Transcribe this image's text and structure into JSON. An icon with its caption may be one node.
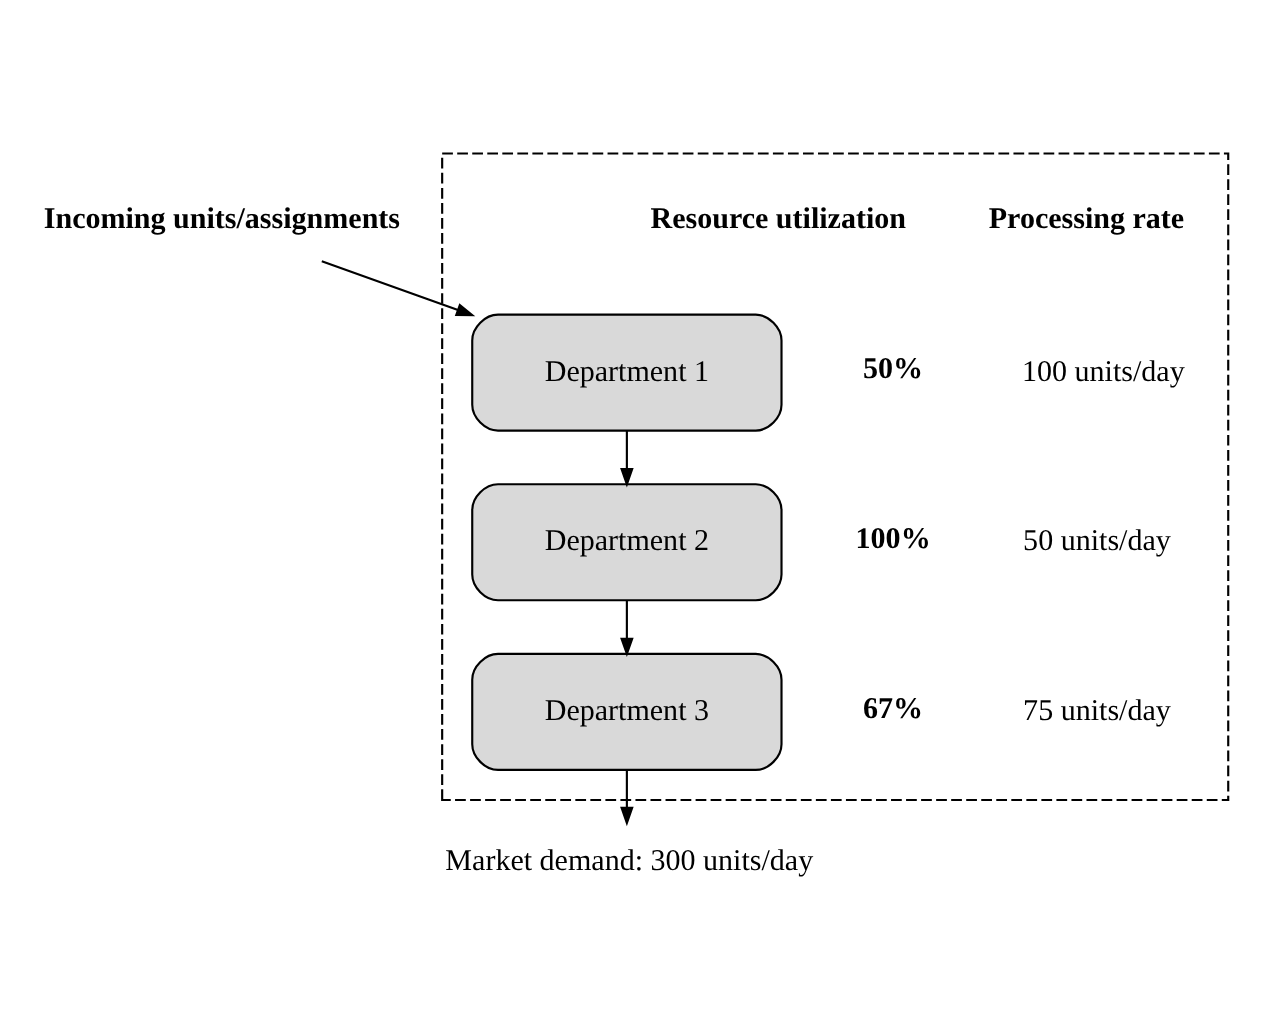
{
  "diagram": {
    "nodes": [
      {
        "text": [
          "Incoming units/assignments"
        ]
      },
      {
        "text": [],
        "shape": "box"
      },
      {
        "text": [
          "Department 1"
        ],
        "in": 1,
        "beside": [
          "50%",
          "100 units/day"
        ]
      },
      {
        "text": [
          "Department 2"
        ],
        "in": 1,
        "beside": [
          "100%",
          "50 units/day"
        ]
      },
      {
        "text": [
          "Department 3"
        ],
        "in": 1,
        "beside": [
          "67%",
          "75 units/day"
        ]
      },
      {
        "text": [
          "Market demand: 300 units/day"
        ]
      }
    ],
    "edges": [
      {
        "from": 0,
        "to": 2,
        "arrow": "to"
      },
      {
        "from": 2,
        "to": 3,
        "arrow": "to"
      },
      {
        "from": 3,
        "to": 4,
        "arrow": "to"
      },
      {
        "from": 4,
        "to": 5,
        "arrow": "to"
      }
    ],
    "labels": [
      "Resource utilization",
      "Processing rate"
    ]
  }
}
